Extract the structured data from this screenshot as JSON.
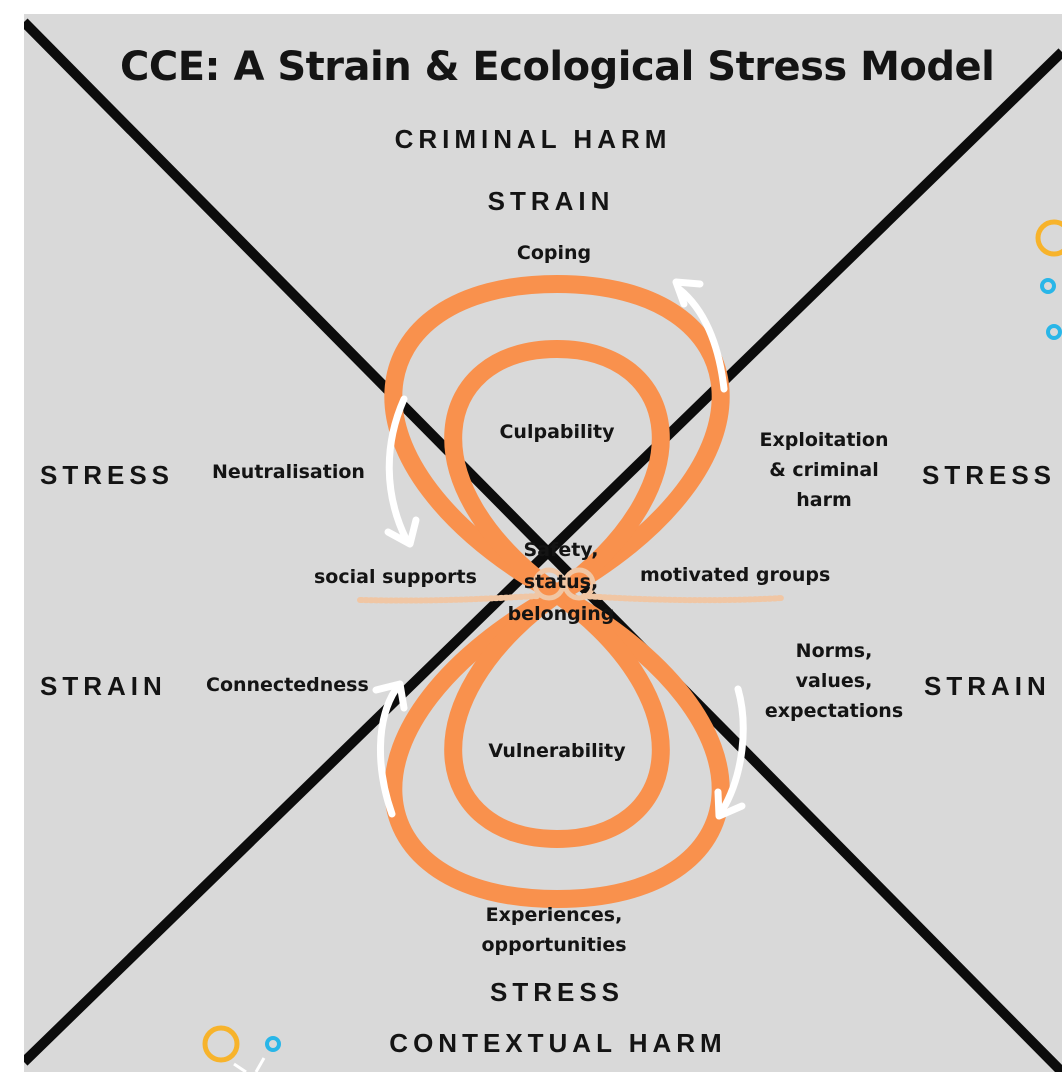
{
  "title": "CCE: A Strain & Ecological Stress Model",
  "axes": {
    "top_primary": "CRIMINAL HARM",
    "top_secondary": "STRAIN",
    "bottom_secondary": "STRESS",
    "bottom_primary": "CONTEXTUAL HARM",
    "left_upper": "STRESS",
    "left_lower": "STRAIN",
    "right_upper": "STRESS",
    "right_lower": "STRAIN"
  },
  "loop_labels": {
    "coping": "Coping",
    "culpability": "Culpability",
    "vulnerability": "Vulnerability",
    "neutralisation": "Neutralisation",
    "connectedness": "Connectedness",
    "exploitation": [
      "Exploitation",
      "& criminal",
      "harm"
    ],
    "norms": [
      "Norms,",
      "values,",
      "expectations"
    ],
    "experiences": [
      "Experiences,",
      "opportunities"
    ],
    "social_supports": "social supports",
    "motivated_groups": "motivated groups",
    "center": [
      "Safety,",
      "status,",
      "belonging"
    ]
  },
  "colors": {
    "panel": "#d9d9d9",
    "loop": "#f9914d",
    "lines": "#0c0c0c",
    "arrows": "#ffffff",
    "rope": "#f0c6a4",
    "accent_yellow": "#f7b32b",
    "accent_blue": "#29b6e8"
  }
}
